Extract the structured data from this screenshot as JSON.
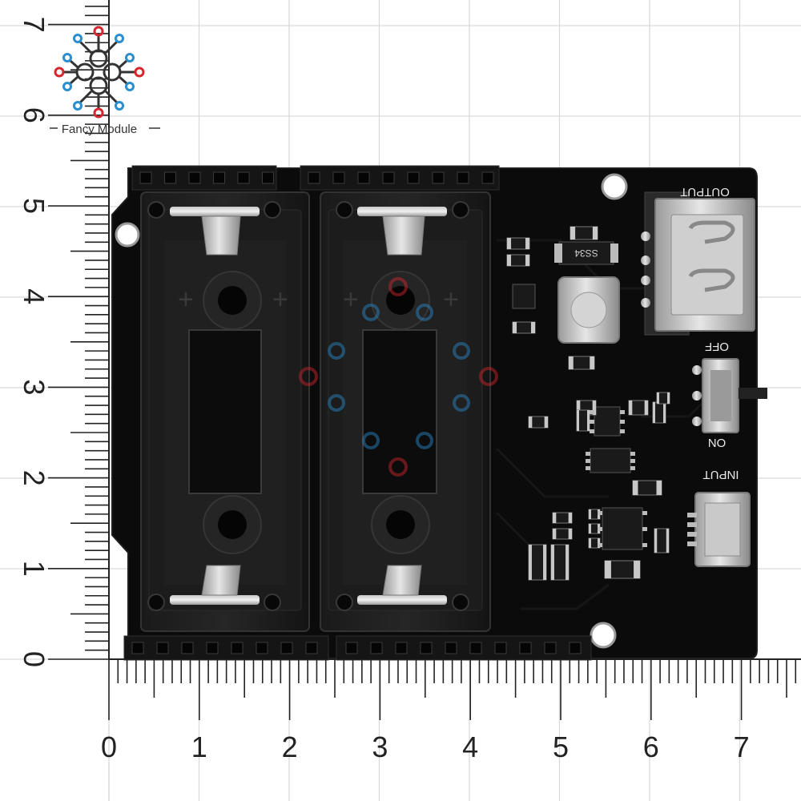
{
  "logo": {
    "text": "Fancy Module",
    "colors": {
      "blue": "#2a8ecf",
      "red": "#d8262e",
      "dark": "#333333"
    }
  },
  "rulers": {
    "unit": "cm",
    "horizontal_labels": [
      "0",
      "1",
      "2",
      "3",
      "4",
      "5",
      "6",
      "7"
    ],
    "vertical_labels": [
      "0",
      "1",
      "2",
      "3",
      "4",
      "5",
      "6",
      "7"
    ]
  },
  "board": {
    "pcb_color": "#0b0b0b",
    "silkscreen": {
      "output": "OUTPUT",
      "off": "OFF",
      "on": "ON",
      "input": "INPUT",
      "diode_mark": "SS34",
      "pol_plus": "+",
      "pol_minus": "−"
    },
    "battery_holders": 2,
    "ports": [
      "usb-a-output",
      "micro-usb-input",
      "slide-switch"
    ]
  }
}
